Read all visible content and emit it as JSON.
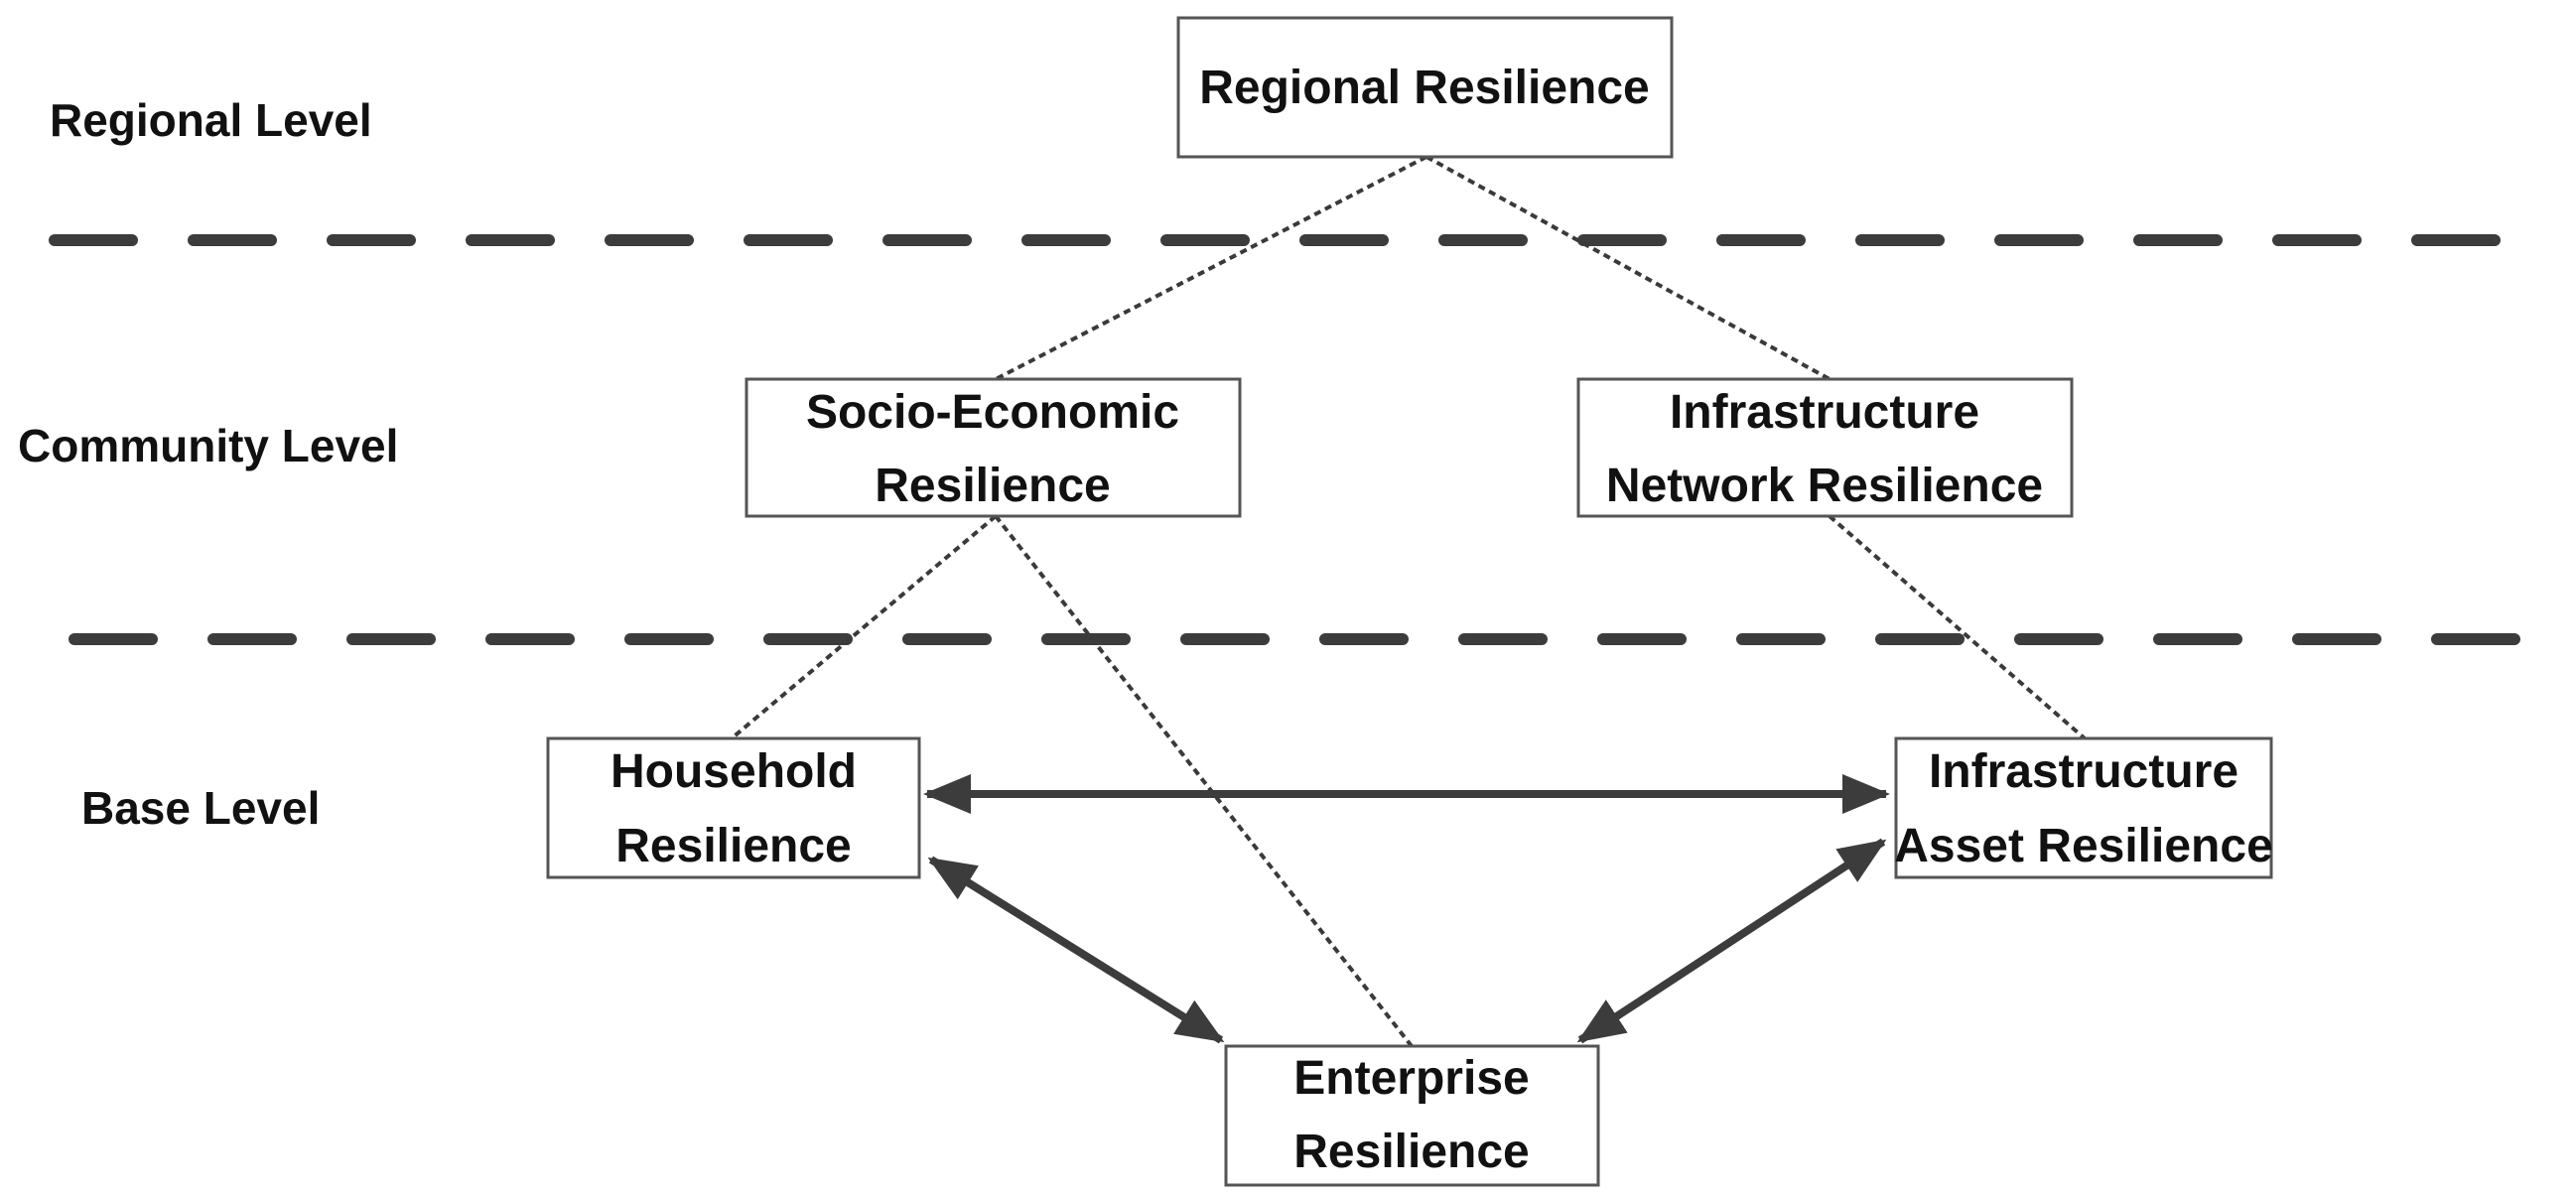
{
  "levels": {
    "regional": "Regional Level",
    "community": "Community Level",
    "base": "Base Level"
  },
  "nodes": {
    "regional_resilience": [
      "Regional Resilience"
    ],
    "socio_economic_resilience": [
      "Socio-Economic",
      "Resilience"
    ],
    "infrastructure_network_resilience": [
      "Infrastructure",
      "Network Resilience"
    ],
    "household_resilience": [
      "Household",
      "Resilience"
    ],
    "infrastructure_asset_resilience": [
      "Infrastructure",
      "Asset Resilience"
    ],
    "enterprise_resilience": [
      "Enterprise",
      "Resilience"
    ]
  },
  "colors": {
    "line": "#3c3c3c",
    "box_border": "#555555",
    "text": "#111111"
  }
}
